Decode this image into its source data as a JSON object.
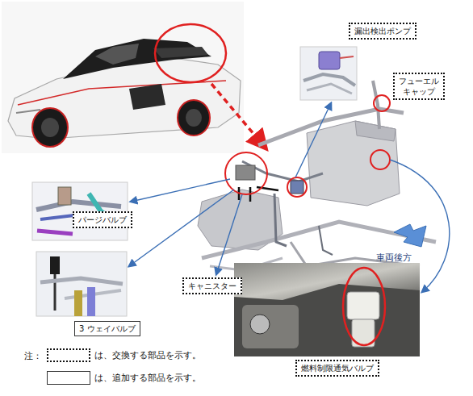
{
  "diagram": {
    "nodes": [
      {
        "text": [
          "漏出検出ポンプ"
        ]
      },
      {
        "text": [
          "フューエル キャップ"
        ]
      },
      {
        "text": [
          "パージバルブ"
        ]
      },
      {
        "text": [
          "キャニスター"
        ]
      },
      {
        "text": [
          "3 ウェイバルブ"
        ]
      },
      {
        "text": [
          "燃料制限通気バルブ"
        ]
      }
    ],
    "labels": [
      "車両後方",
      "注："
    ],
    "legend": [
      {
        "text": "は、交換する部品を示す。"
      },
      {
        "text": "は、追加する部品を示す。"
      }
    ]
  }
}
